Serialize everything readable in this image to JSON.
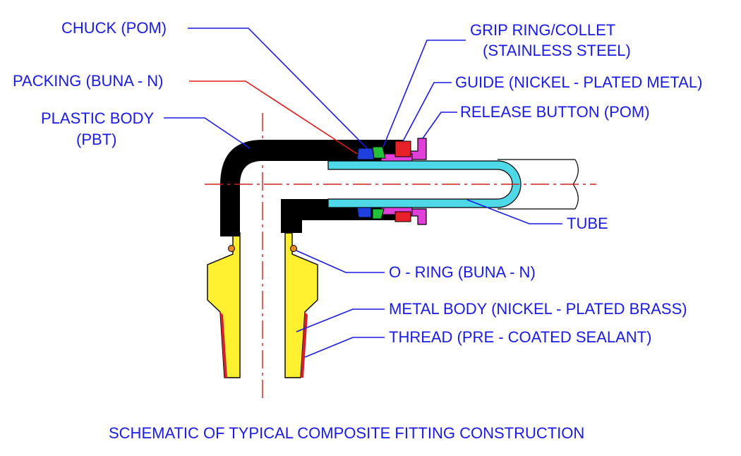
{
  "caption": "SCHEMATIC OF TYPICAL COMPOSITE FITTING CONSTRUCTION",
  "labels": {
    "chuck": "CHUCK (POM)",
    "packing": "PACKING (BUNA - N)",
    "plastic_body_1": "PLASTIC BODY",
    "plastic_body_2": "(PBT)",
    "grip_ring_1": "GRIP RING/COLLET",
    "grip_ring_2": "(STAINLESS STEEL)",
    "guide": "GUIDE (NICKEL - PLATED METAL)",
    "release_button": "RELEASE BUTTON (POM)",
    "tube": "TUBE",
    "o_ring": "O - RING (BUNA - N)",
    "metal_body": "METAL BODY (NICKEL - PLATED BRASS)",
    "thread": "THREAD (PRE - COATED SEALANT)"
  },
  "colors": {
    "label_text": "#1a1ae6",
    "leader_line": "#1a1ae6",
    "packing_leader": "#e01a1a",
    "plastic_body": "#000000",
    "metal_body": "#ffef2e",
    "thread_sealant": "#d4202a",
    "tube": "#4fd8e8",
    "release_button": "#e040d8",
    "chuck": "#1f3fe0",
    "grip_ring": "#22c33a",
    "guide": "#e8202a",
    "centerline": "#cc2222"
  }
}
